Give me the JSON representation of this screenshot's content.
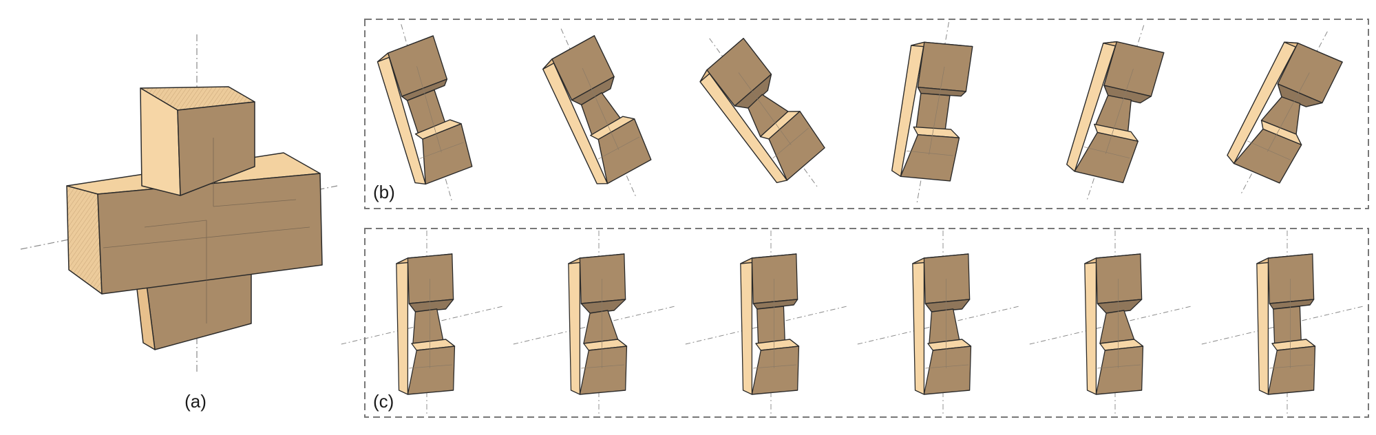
{
  "panels": {
    "a": {
      "label": "(a)"
    },
    "b": {
      "label": "(b)",
      "count": 6
    },
    "c": {
      "label": "(c)",
      "count": 6
    }
  },
  "colors": {
    "wood_light": "#f6d6a6",
    "wood_mid": "#e7c08c",
    "wood_dark": "#a98b68",
    "edge": "#2a2a2a",
    "hidden_edge": "#8a7a66",
    "frame": "#777777",
    "axis": "#888888"
  }
}
